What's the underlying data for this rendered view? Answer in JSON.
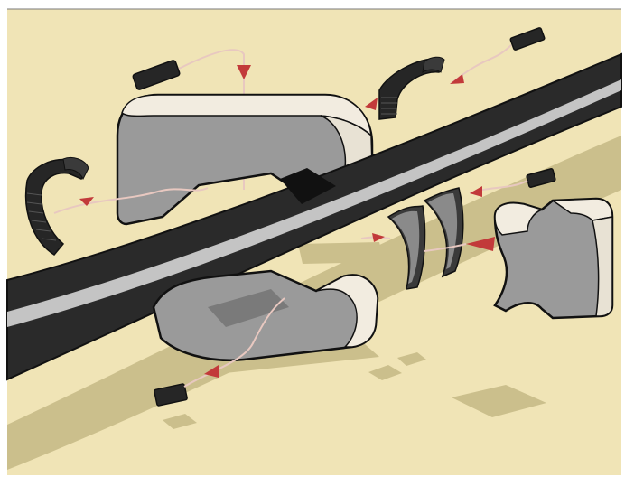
{
  "illustration": {
    "kind": "exploded-view",
    "text_labels": [],
    "colors": {
      "background": "#f0e4b6",
      "background_shadow": "#cbbf8c",
      "beam_dark": "#2a2a2a",
      "beam_stripe": "#c4c4c4",
      "block_face": "#9a9a9a",
      "block_top": "#f2ece0",
      "block_outline": "#111111",
      "wire": "#e8c8c0",
      "arrow": "#c23a3a",
      "clip_dark": "#262626"
    },
    "parts": [
      "upper-block",
      "lower-block",
      "side-block",
      "left-clip",
      "right-clip",
      "curved-pad-inner",
      "curved-pad-outer",
      "connector-top-left",
      "connector-top-right",
      "connector-mid-right",
      "connector-bottom-left"
    ]
  }
}
